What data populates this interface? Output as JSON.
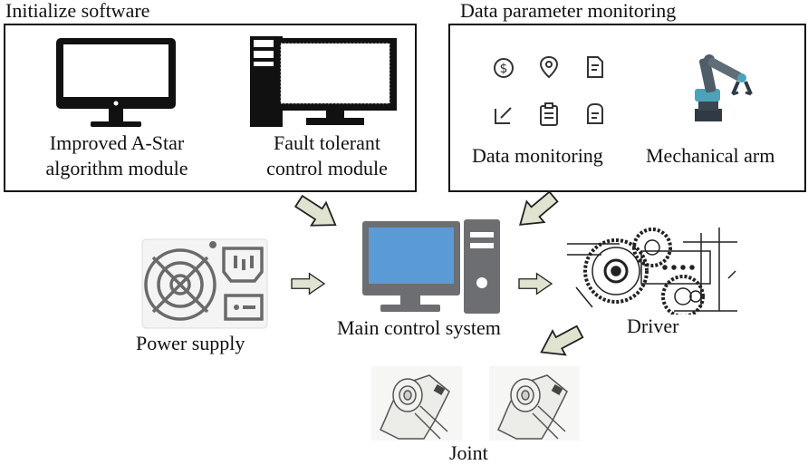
{
  "left_section": {
    "title": "Initialize software",
    "module_a": {
      "line1": "Improved A-Star",
      "line2": "algorithm module"
    },
    "module_b": {
      "line1": "Fault tolerant",
      "line2": "control module"
    }
  },
  "right_section": {
    "title": "Data parameter monitoring",
    "data_monitoring": "Data monitoring",
    "mechanical_arm": "Mechanical arm"
  },
  "nodes": {
    "power_supply": "Power supply",
    "main_control": "Main control system",
    "driver": "Driver",
    "joint": "Joint"
  },
  "colors": {
    "arrow_fill": "#dfe3cf",
    "screen_blue": "#5b9bd5",
    "arm_teal": "#4aa3b8",
    "case_gray": "#6d6e71"
  }
}
